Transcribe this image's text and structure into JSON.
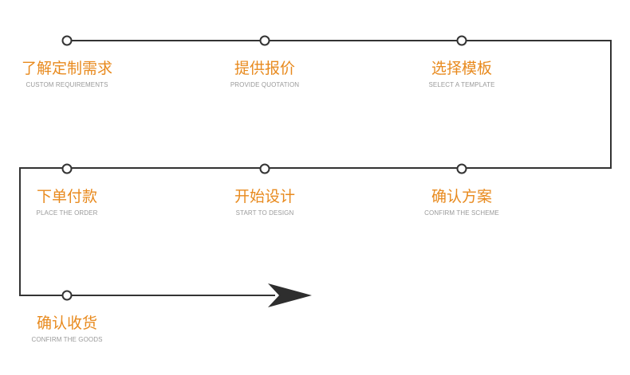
{
  "colors": {
    "line": "#333333",
    "node_fill": "#ffffff",
    "title": "#e88a1e",
    "subtitle": "#9a9a9a",
    "arrow": "#2e2e2e"
  },
  "steps": [
    {
      "title": "了解定制需求",
      "subtitle": "CUSTOM REQUIREMENTS"
    },
    {
      "title": "提供报价",
      "subtitle": "PROVIDE QUOTATION"
    },
    {
      "title": "选择模板",
      "subtitle": "SELECT A TEMPLATE"
    },
    {
      "title": "下单付款",
      "subtitle": "PLACE THE ORDER"
    },
    {
      "title": "开始设计",
      "subtitle": "START TO DESIGN"
    },
    {
      "title": "确认方案",
      "subtitle": "CONFIRM THE SCHEME"
    },
    {
      "title": "确认收货",
      "subtitle": "CONFIRM THE GOODS"
    }
  ]
}
